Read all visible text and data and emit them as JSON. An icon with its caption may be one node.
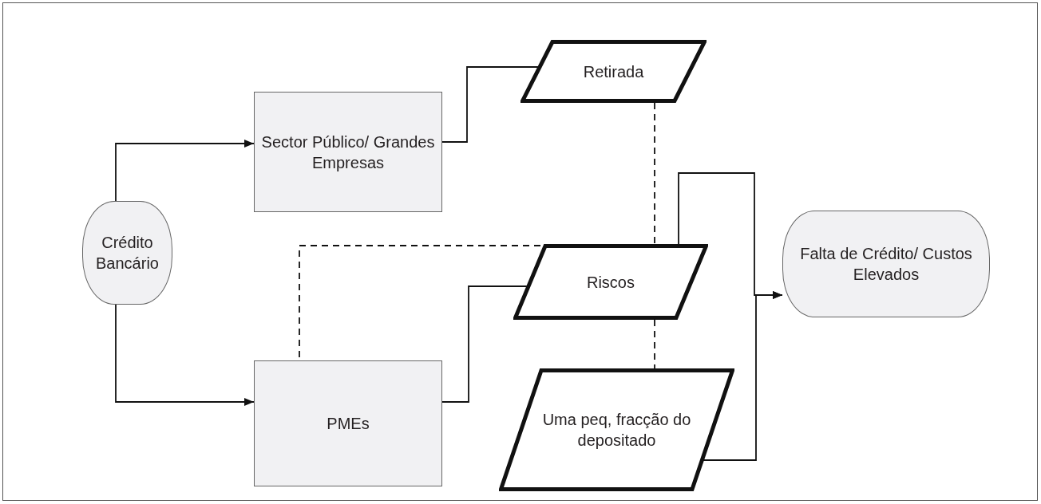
{
  "diagram": {
    "nodes": [
      {
        "text": [
          "Crédito Bancário"
        ]
      },
      {
        "text": [
          "Sector Público/ Grandes Empresas"
        ]
      },
      {
        "text": [
          "PMEs"
        ]
      },
      {
        "text": [
          "Retirada"
        ]
      },
      {
        "text": [
          "Riscos"
        ]
      },
      {
        "text": [
          "Uma peq, fracção do depositado"
        ]
      },
      {
        "text": [
          "Falta de Crédito/ Custos Elevados"
        ]
      }
    ],
    "edges": [
      {
        "from": 0,
        "to": 1,
        "arrow": "to"
      },
      {
        "from": 0,
        "to": 2,
        "arrow": "to"
      },
      {
        "from": 1,
        "to": 3,
        "arrow": "none"
      },
      {
        "from": 2,
        "to": 4,
        "arrow": "none"
      },
      {
        "from": 3,
        "to": 2,
        "arrow": "none",
        "style": "dashed"
      },
      {
        "from": 4,
        "to": 5,
        "arrow": "none",
        "style": "dashed"
      },
      {
        "from": 4,
        "to": 6,
        "arrow": "to"
      },
      {
        "from": 5,
        "to": 6,
        "arrow": "to"
      }
    ]
  }
}
